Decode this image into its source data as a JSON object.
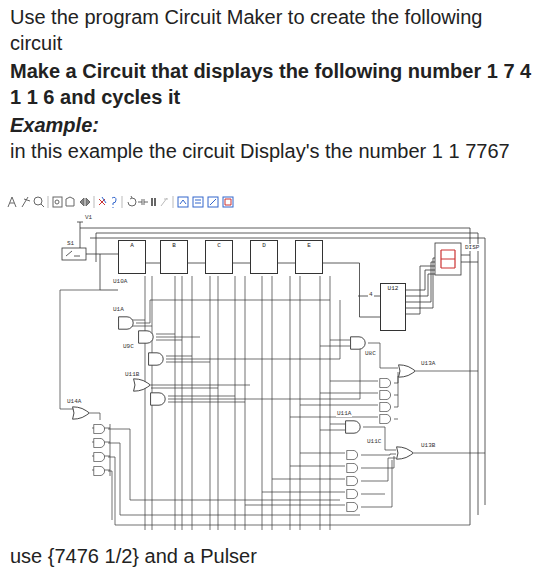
{
  "diagram": {
    "nodes": [
      {
        "text": [
          "A"
        ]
      },
      {
        "text": [
          "B"
        ]
      },
      {
        "text": [
          "C"
        ]
      },
      {
        "text": [
          "D"
        ]
      },
      {
        "text": [
          "E"
        ]
      },
      {
        "text": [
          "U12"
        ]
      }
    ],
    "edges": [
      {
        "from": 0,
        "to": 1,
        "arrow": "none"
      },
      {
        "from": 1,
        "to": 2,
        "arrow": "none"
      },
      {
        "from": 2,
        "to": 3,
        "arrow": "none"
      },
      {
        "from": 3,
        "to": 4,
        "arrow": "none"
      },
      {
        "from": 4,
        "to": 5,
        "arrow": "none"
      }
    ],
    "labels": [
      "Use the program Circuit Maker to create the following circuit",
      "Make a Circuit that displays the following number 1 7 4 1 1 6 and cycles it",
      "Example:",
      "in this example the circuit Display's the number 1 1 7767",
      "V1",
      "S1",
      "U10A",
      "U1A",
      "U9C",
      "4",
      "DISP",
      "U8C",
      "U13A",
      "U13B",
      "U11A",
      "U11B",
      "U11C",
      "U14A",
      "use {7476 1/2} and a Pulser"
    ]
  }
}
